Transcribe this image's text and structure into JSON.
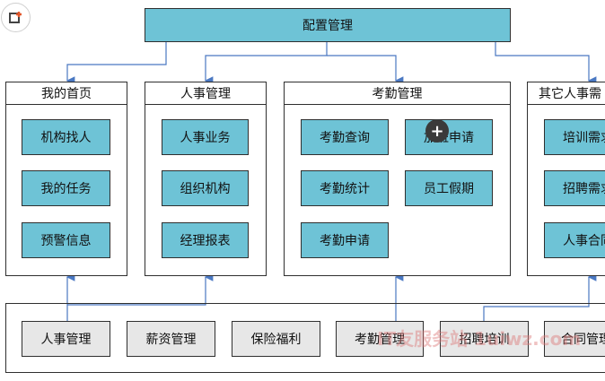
{
  "top": {
    "label": "配置管理"
  },
  "panels": {
    "home": {
      "title": "我的首页",
      "items": [
        "机构找人",
        "我的任务",
        "预警信息"
      ]
    },
    "hr": {
      "title": "人事管理",
      "items": [
        "人事业务",
        "组织机构",
        "经理报表"
      ]
    },
    "attendance": {
      "title": "考勤管理",
      "items": [
        "考勤查询",
        "加班申请",
        "考勤统计",
        "员工假期",
        "考勤申请"
      ]
    },
    "other": {
      "title": "其它人事需",
      "items": [
        "培训需求",
        "招聘需求",
        "人事合同"
      ]
    }
  },
  "bottom": {
    "items": [
      "人事管理",
      "薪资管理",
      "保险福利",
      "考勤管理",
      "招聘培训",
      "合同管理"
    ]
  },
  "watermark": "IT友服务站 1uiwz.com",
  "icons": {
    "corner": "crop-add-icon",
    "cursor": "plus-cursor-icon"
  },
  "colors": {
    "box": "#6ec3d6",
    "gray_box": "#e7e7e7",
    "arrow": "#4a78c2"
  }
}
